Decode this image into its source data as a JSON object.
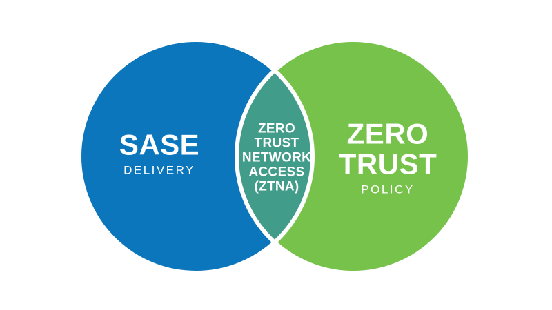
{
  "diagram": {
    "type": "venn",
    "left_circle": {
      "label": "SASE",
      "sublabel": "DELIVERY",
      "color": "#0b76bc"
    },
    "right_circle": {
      "label_line1": "ZERO",
      "label_line2": "TRUST",
      "sublabel": "POLICY",
      "color": "#77c24b"
    },
    "overlap": {
      "lines": [
        "ZERO",
        "TRUST",
        "NETWORK",
        "ACCESS",
        "(ZTNA)"
      ],
      "color": "#419c89"
    },
    "stroke_color": "#ffffff",
    "background_color": "#ffffff",
    "text_color": "#ffffff"
  }
}
